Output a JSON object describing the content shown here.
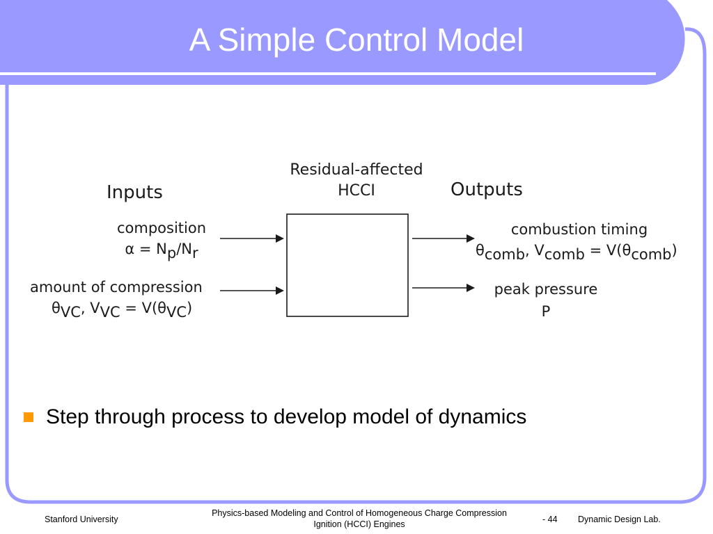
{
  "slide": {
    "title": "A Simple Control Model",
    "colors": {
      "header_fill": "#9999ff",
      "frame_stroke": "#9999ff",
      "bullet": "#ff9900",
      "text": "#000000"
    }
  },
  "diagram": {
    "block_title_line1": "Residual-affected",
    "block_title_line2": "HCCI",
    "inputs_header": "Inputs",
    "outputs_header": "Outputs",
    "inputs": [
      {
        "label": "composition",
        "eq": {
          "lhs": "α = N",
          "sub1": "p",
          "mid": "/N",
          "sub2": "r"
        }
      },
      {
        "label": "amount of compression",
        "eq": {
          "a": "θ",
          "a_sub": "VC",
          "b": ", V",
          "b_sub": "VC",
          "c": " = V(θ",
          "c_sub": "VC",
          "d": ")"
        }
      }
    ],
    "outputs": [
      {
        "label": "combustion timing",
        "eq": {
          "a": "θ",
          "a_sub": "comb",
          "b": ", V",
          "b_sub": "comb",
          "c": " = V(θ",
          "c_sub": "comb",
          "d": ")"
        }
      },
      {
        "label": "peak pressure",
        "value": "P"
      }
    ]
  },
  "bullets": [
    "Step through process to develop model of dynamics"
  ],
  "footer": {
    "left": "Stanford University",
    "center_line1": "Physics-based Modeling and Control of Homogeneous Charge Compression",
    "center_line2": "Ignition (HCCI) Engines",
    "page": "- 44",
    "right": "Dynamic Design Lab."
  }
}
